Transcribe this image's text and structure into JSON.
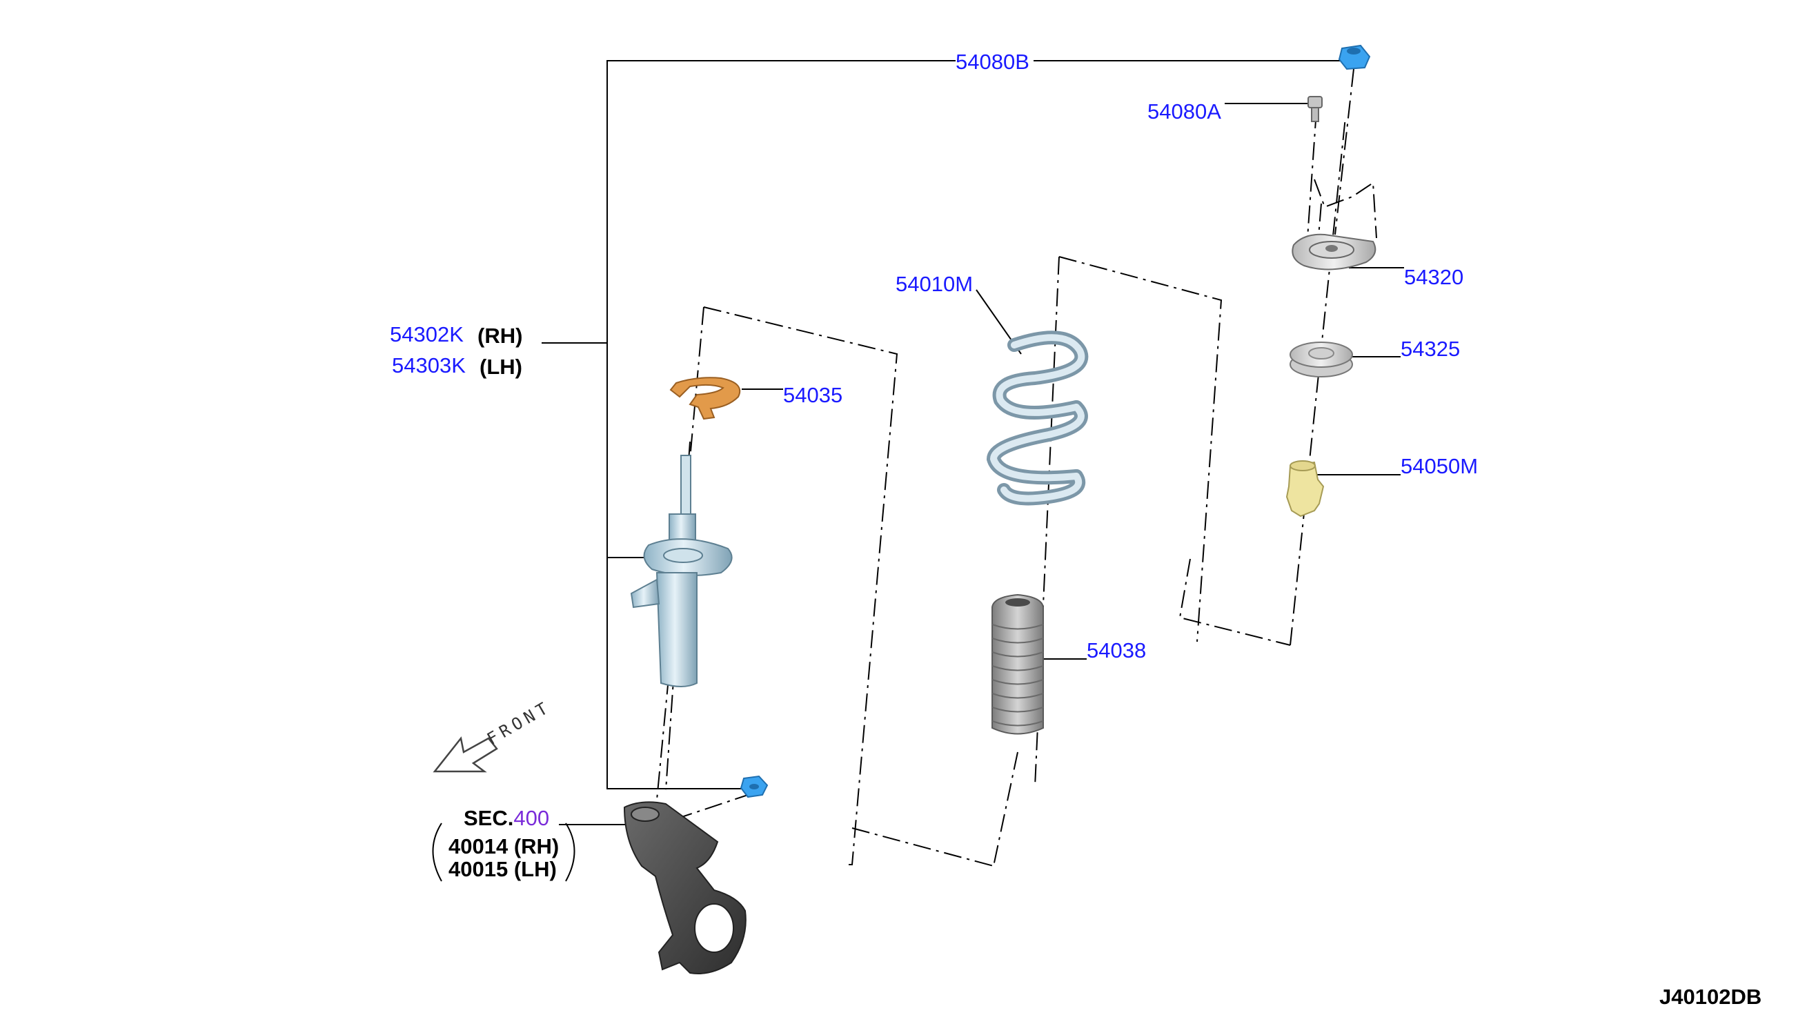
{
  "labels": {
    "nut_top": "54080B",
    "bolt": "54080A",
    "strut_rh": "54302K",
    "strut_lh": "54303K",
    "rh": "(RH)",
    "lh": "(LH)",
    "seat_clip": "54035",
    "spring": "54010M",
    "mount": "54320",
    "bearing": "54325",
    "bump_stop": "54050M",
    "boot": "54038",
    "sec_prefix": "SEC.",
    "sec_num": "400",
    "knuckle_rh": "40014 (RH)",
    "knuckle_lh": "40015 (LH)",
    "front": "FRONT",
    "diagram_code": "J40102DB"
  },
  "colors": {
    "part_link": "#1a1aff",
    "section_link": "#7a2bd9",
    "text": "#000000",
    "nut": "#3aa3f0",
    "strut": "#b9d3e0",
    "clip": "#e29a4a",
    "bump_stop": "#eee4a0",
    "boot": "#a9a9a9",
    "knuckle": "#4a4a4a"
  }
}
